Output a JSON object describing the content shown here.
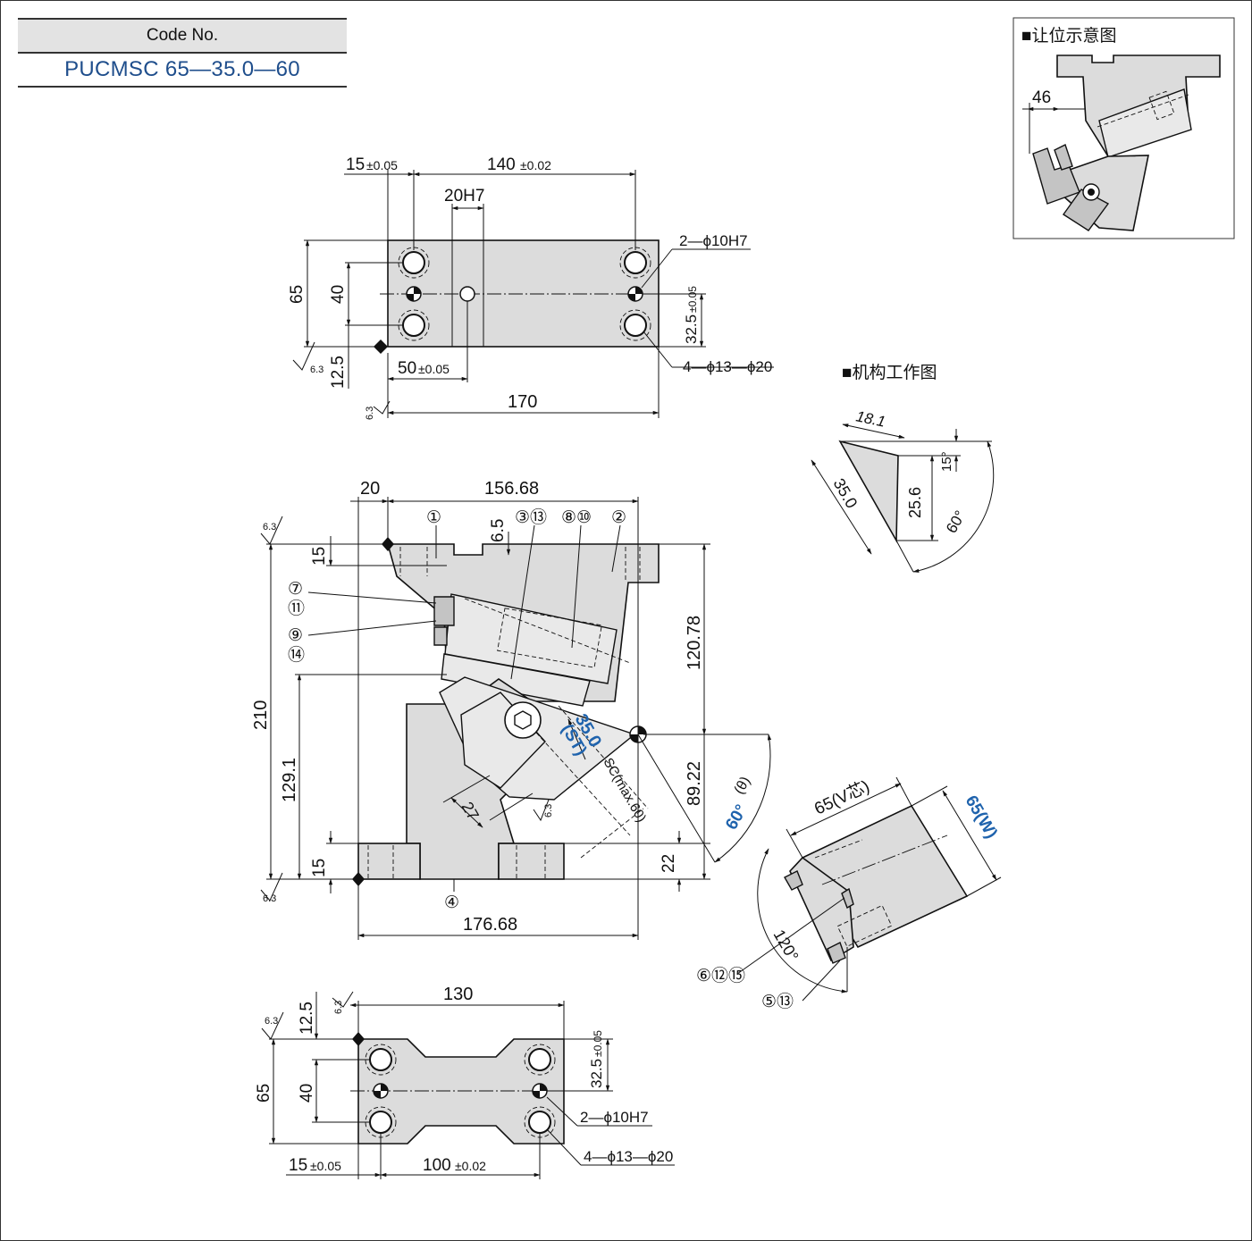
{
  "code_box": {
    "label": "Code No.",
    "value": "PUCMSC 65—35.0—60"
  },
  "top_view": {
    "dim_15": "15",
    "dim_15_tol": "±0.05",
    "dim_140": "140",
    "dim_140_tol": "±0.02",
    "dim_20h7": "20H7",
    "dim_65": "65",
    "dim_40": "40",
    "dim_12_5": "12.5",
    "dim_32_5": "32.5",
    "dim_32_5_tol": "±0.05",
    "dim_50": "50",
    "dim_50_tol": "±0.05",
    "dim_170": "170",
    "note_pins": "2—ϕ10H7",
    "note_holes": "4—ϕ13—ϕ20",
    "roughness": "6.3"
  },
  "side_view": {
    "dim_20": "20",
    "dim_156_68": "156.68",
    "dim_6_5": "6.5",
    "dim_15_top": "15",
    "dim_210": "210",
    "dim_120_78": "120.78",
    "dim_129_1": "129.1",
    "dim_89_22": "89.22",
    "dim_15_bottom": "15",
    "dim_22": "22",
    "dim_27": "27",
    "dim_176_68": "176.68",
    "st_value": "35.0",
    "st_label": "(ST)",
    "sc_label": "SC(max.60)",
    "angle_value": "60°",
    "angle_symbol": "(θ)",
    "roughness": "6.3",
    "balloons": [
      "①",
      "③⑬",
      "⑧⑩",
      "②",
      "⑦",
      "⑪",
      "⑨",
      "⑭",
      "④"
    ]
  },
  "bottom_view": {
    "dim_130": "130",
    "dim_12_5": "12.5",
    "dim_65": "65",
    "dim_40": "40",
    "dim_32_5": "32.5",
    "dim_32_5_tol": "±0.05",
    "dim_15": "15",
    "dim_15_tol": "±0.05",
    "dim_100": "100",
    "dim_100_tol": "±0.02",
    "note_pins": "2—ϕ10H7",
    "note_holes": "4—ϕ13—ϕ20",
    "roughness": "6.3"
  },
  "clearance_diagram": {
    "title": "■让位示意图",
    "dim_46": "46"
  },
  "mechanism_diagram": {
    "title": "■机构工作图",
    "dim_18_1": "18.1",
    "dim_35_0": "35.0",
    "dim_25_6": "25.6",
    "dim_15deg": "15°",
    "dim_60deg": "60°"
  },
  "cam_detail": {
    "dim_65v": "65(V芯)",
    "dim_65w": "65(W)",
    "angle_120": "120°",
    "balloon_a": "⑥⑫⑮",
    "balloon_b": "⑤⑬"
  }
}
